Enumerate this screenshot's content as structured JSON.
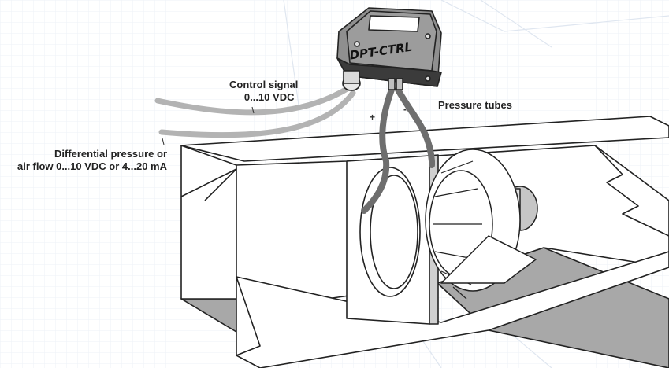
{
  "device": {
    "model": "DPT-CTRL"
  },
  "labels": {
    "control_signal_line1": "Control signal",
    "control_signal_line2": "0...10 VDC",
    "pressure_tubes": "Pressure tubes",
    "plus": "+",
    "minus": "-",
    "diff_line1": "Differential pressure or",
    "diff_line2": "air flow 0...10 VDC or 4...20 mA"
  },
  "colors": {
    "device_body": "#8f8f8f",
    "device_dark": "#3b3b3b",
    "cable": "#b3b3b3",
    "tube": "#6e6e6e",
    "duct_floor": "#a8a8a8"
  }
}
